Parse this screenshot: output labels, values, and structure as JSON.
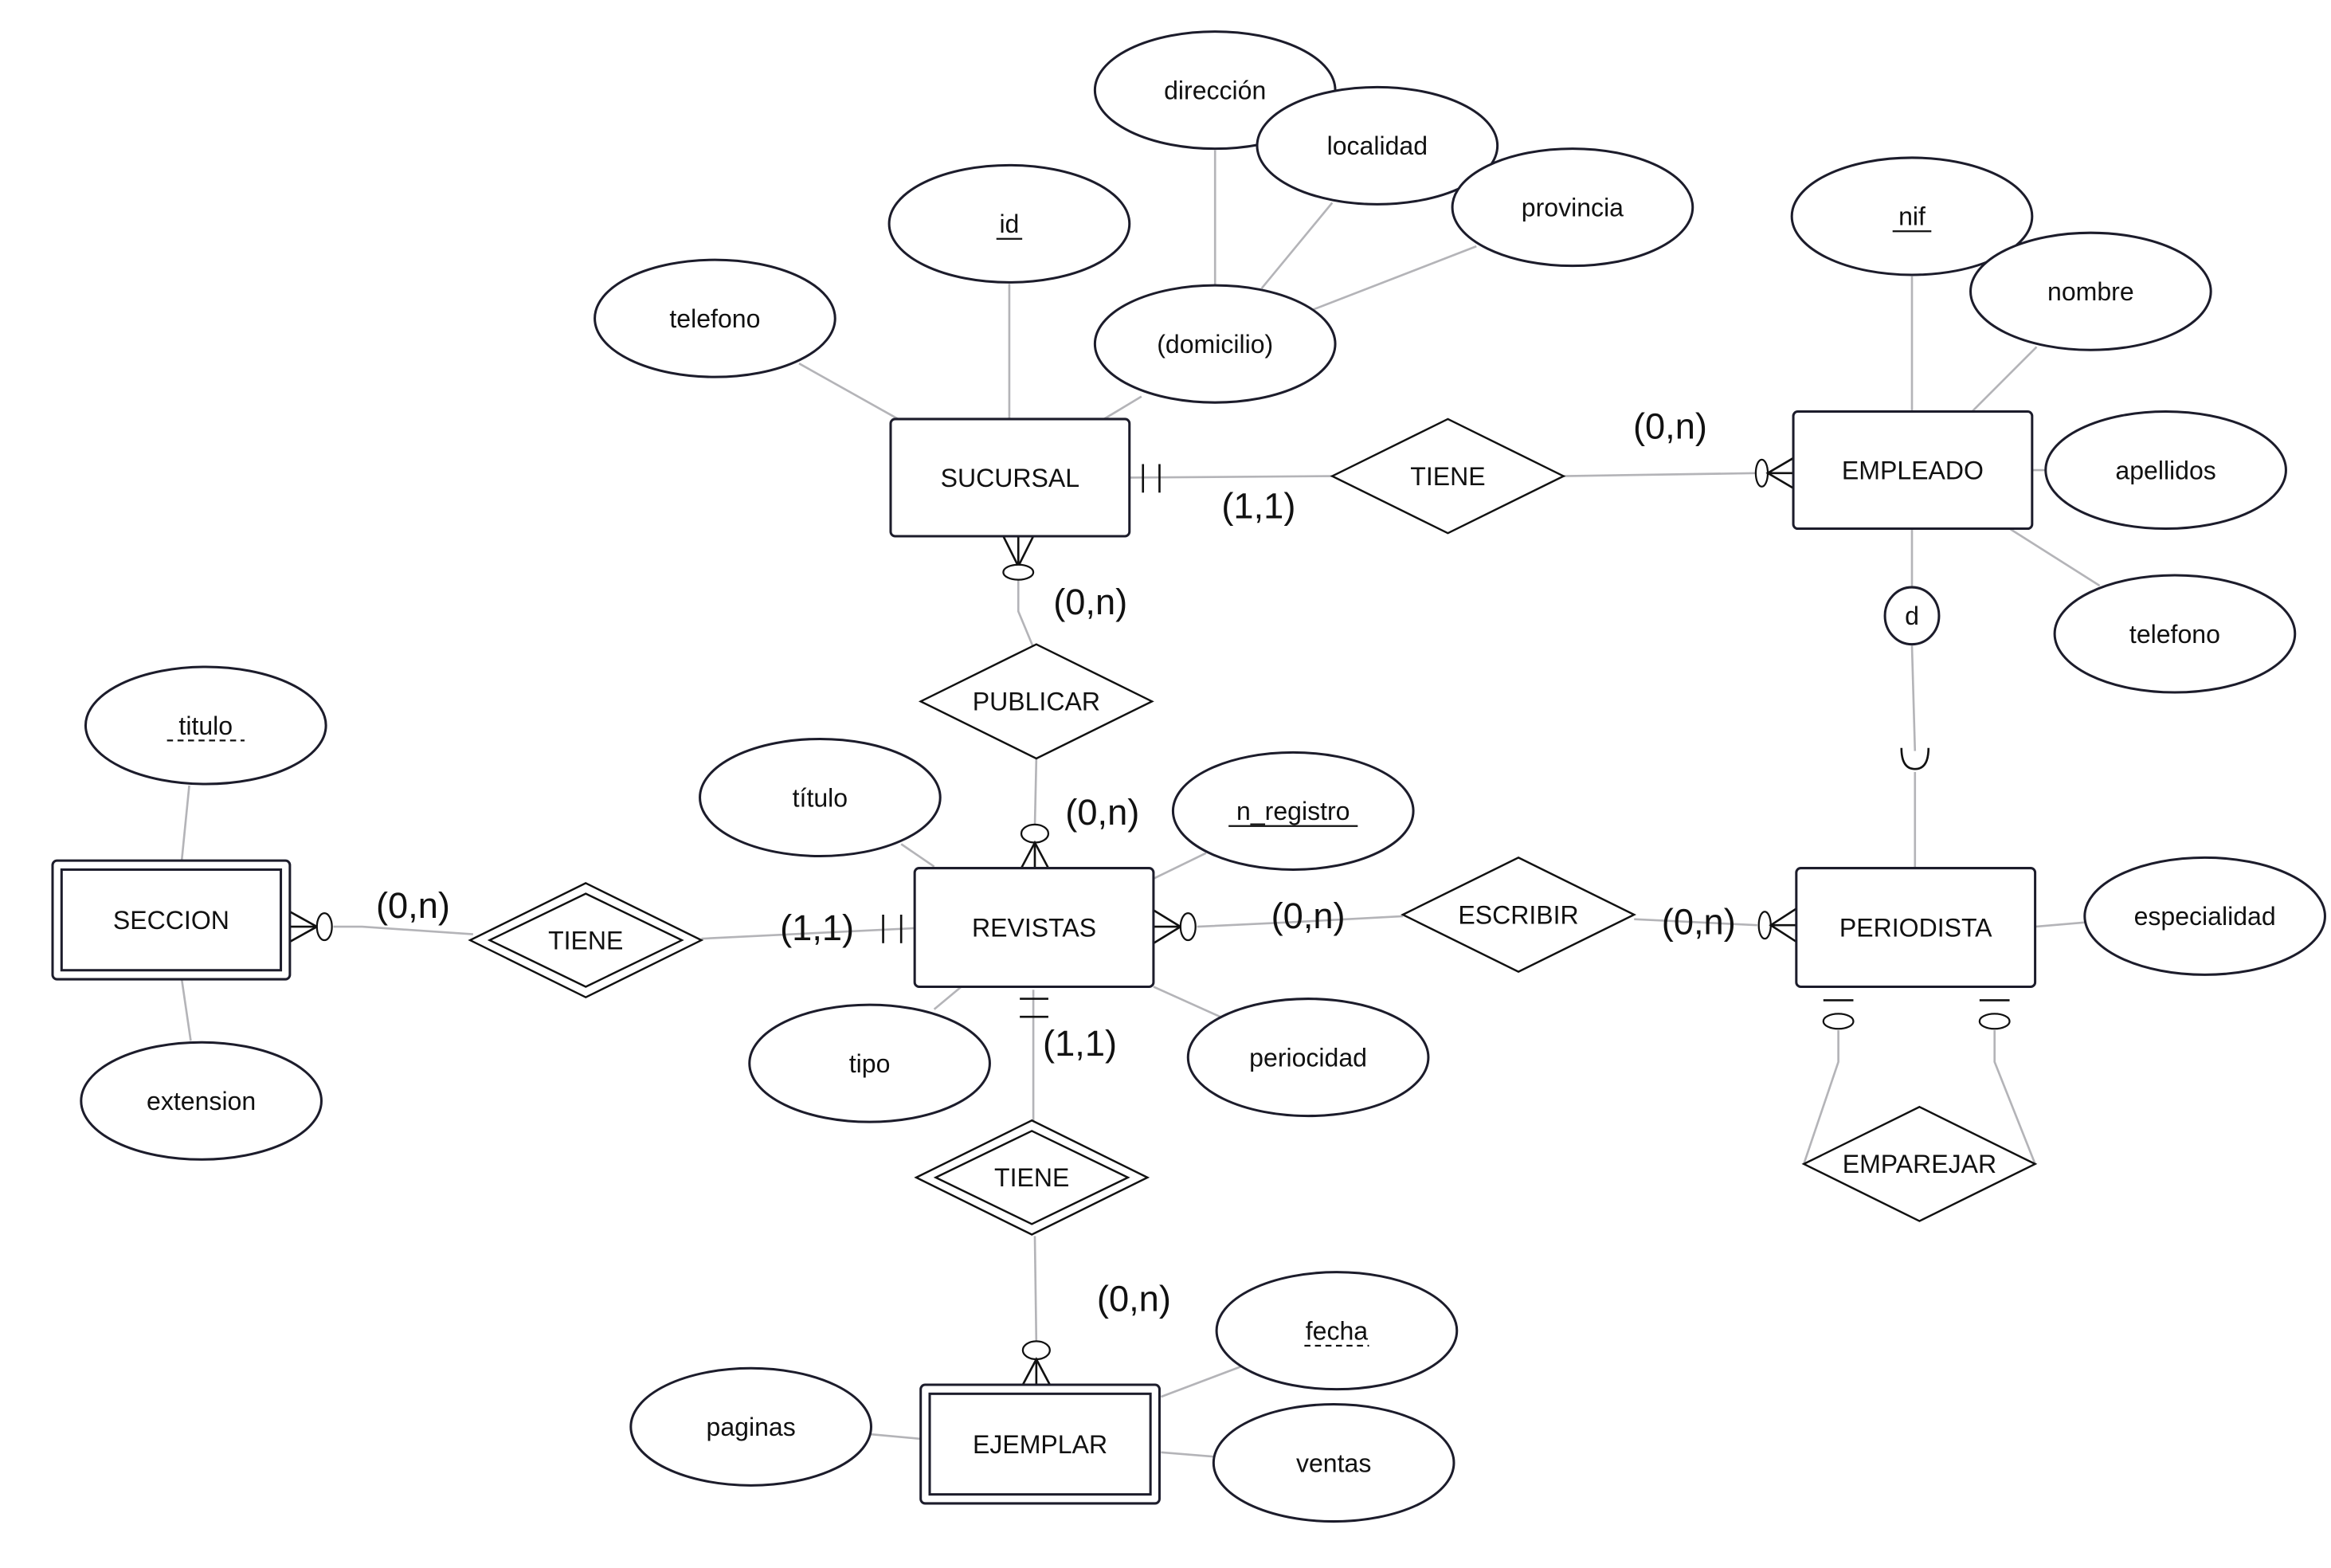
{
  "diagram": {
    "type": "entity-relationship",
    "colors": {
      "shape_stroke": "#1c1c2b",
      "connector": "#b4b4b8",
      "text": "#111111",
      "background": "#ffffff"
    },
    "entities": {
      "sucursal": {
        "label": "SUCURSAL",
        "weak": false
      },
      "empleado": {
        "label": "EMPLEADO",
        "weak": false
      },
      "revistas": {
        "label": "REVISTAS",
        "weak": false
      },
      "periodista": {
        "label": "PERIODISTA",
        "weak": false
      },
      "seccion": {
        "label": "SECCION",
        "weak": true
      },
      "ejemplar": {
        "label": "EJEMPLAR",
        "weak": true
      }
    },
    "relationships": {
      "tiene_sucursal_empleado": {
        "label": "TIENE",
        "identifying": false
      },
      "publicar": {
        "label": "PUBLICAR",
        "identifying": false
      },
      "escribir": {
        "label": "ESCRIBIR",
        "identifying": false
      },
      "tiene_seccion": {
        "label": "TIENE",
        "identifying": true
      },
      "tiene_ejemplar": {
        "label": "TIENE",
        "identifying": true
      },
      "emparejar": {
        "label": "EMPAREJAR",
        "identifying": false
      }
    },
    "attributes": {
      "sucursal_telefono": {
        "label": "telefono",
        "key": "none"
      },
      "sucursal_id": {
        "label": "id",
        "key": "primary"
      },
      "sucursal_domicilio": {
        "label": "(domicilio)",
        "key": "none"
      },
      "domicilio_direccion": {
        "label": "dirección",
        "key": "none"
      },
      "domicilio_localidad": {
        "label": "localidad",
        "key": "none"
      },
      "domicilio_provincia": {
        "label": "provincia",
        "key": "none"
      },
      "empleado_nif": {
        "label": "nif",
        "key": "primary"
      },
      "empleado_nombre": {
        "label": "nombre",
        "key": "none"
      },
      "empleado_apellidos": {
        "label": "apellidos",
        "key": "none"
      },
      "empleado_telefono": {
        "label": "telefono",
        "key": "none"
      },
      "seccion_titulo": {
        "label": "titulo",
        "key": "partial"
      },
      "seccion_extension": {
        "label": "extension",
        "key": "none"
      },
      "revistas_titulo": {
        "label": "título",
        "key": "none"
      },
      "revistas_n_registro": {
        "label": "n_registro",
        "key": "primary"
      },
      "revistas_tipo": {
        "label": "tipo",
        "key": "none"
      },
      "revistas_periocidad": {
        "label": "periocidad",
        "key": "none"
      },
      "periodista_especialidad": {
        "label": "especialidad",
        "key": "none"
      },
      "ejemplar_fecha": {
        "label": "fecha",
        "key": "partial"
      },
      "ejemplar_paginas": {
        "label": "paginas",
        "key": "none"
      },
      "ejemplar_ventas": {
        "label": "ventas",
        "key": "none"
      }
    },
    "specialization": {
      "label": "d",
      "parent": "EMPLEADO",
      "child": "PERIODISTA"
    },
    "cardinalities": {
      "sucursal_tiene": "(1,1)",
      "empleado_tiene": "(0,n)",
      "sucursal_publicar": "(0,n)",
      "revistas_publicar": "(0,n)",
      "seccion_tiene": "(0,n)",
      "revistas_tiene_seccion": "(1,1)",
      "revistas_escribir": "(0,n)",
      "periodista_escribir": "(0,n)",
      "revistas_tiene_ejemplar": "(1,1)",
      "ejemplar_tiene": "(0,n)"
    }
  }
}
